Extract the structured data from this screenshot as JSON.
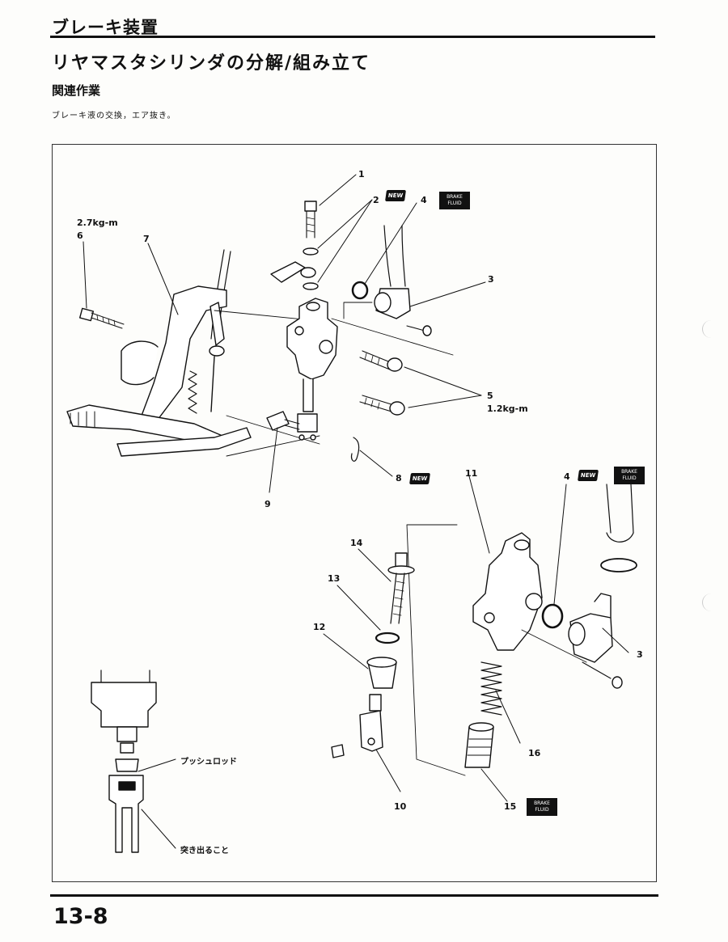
{
  "header": {
    "section_title": "ブレーキ装置",
    "page_heading": "リヤマスタシリンダの分解/組み立て",
    "sub_heading": "関連作業",
    "body_text": "ブレーキ液の交換，エア抜き。"
  },
  "diagram": {
    "callouts": {
      "c1": "1",
      "c2": "2",
      "c3a": "3",
      "c3b": "3",
      "c4a": "4",
      "c4b": "4",
      "c5": "5",
      "c6": "6",
      "c7": "7",
      "c8": "8",
      "c9": "9",
      "c10": "10",
      "c11": "11",
      "c12": "12",
      "c13": "13",
      "c14": "14",
      "c15": "15",
      "c16": "16"
    },
    "torques": {
      "t6": "2.7kg-m",
      "t5": "1.2kg-m"
    },
    "badges": {
      "new": "NEW",
      "brake_fluid_line1": "BRAKE",
      "brake_fluid_line2": "FLUID"
    },
    "inset_labels": {
      "push_rod": "プッシュロッド",
      "protrude": "突き出ること"
    }
  },
  "footer": {
    "page_number": "13-8"
  }
}
